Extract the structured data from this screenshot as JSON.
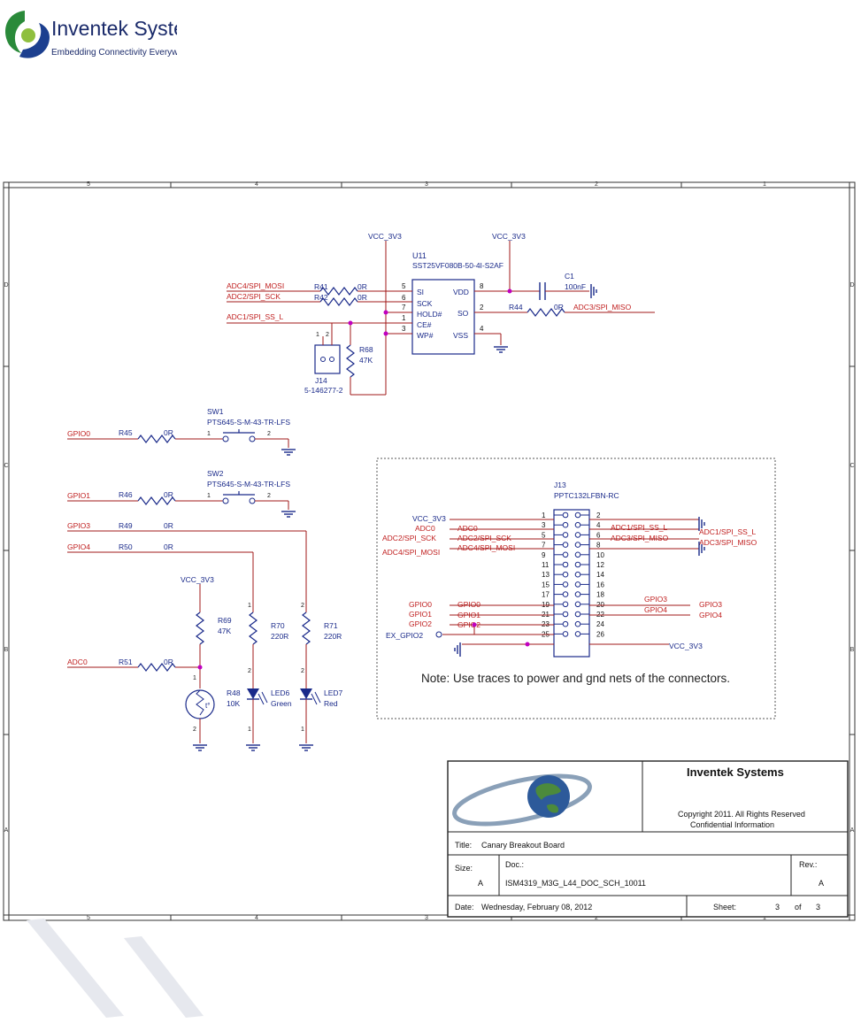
{
  "company": {
    "name": "Inventek Systems",
    "tagline": "Embedding Connectivity Everywhere"
  },
  "zones": {
    "cols": [
      "5",
      "4",
      "3",
      "2",
      "1"
    ],
    "rows": [
      "D",
      "C",
      "B",
      "A"
    ]
  },
  "nets": {
    "vcc": "VCC_3V3",
    "spi_mosi": "ADC4/SPI_MOSI",
    "spi_sck": "ADC2/SPI_SCK",
    "spi_ss": "ADC1/SPI_SS_L",
    "spi_miso": "ADC3/SPI_MISO",
    "gpio0": "GPIO0",
    "gpio1": "GPIO1",
    "gpio2": "GPIO2",
    "gpio3": "GPIO3",
    "gpio4": "GPIO4",
    "adc0": "ADC0",
    "ex_gpio2": "EX_GPIO2"
  },
  "u11": {
    "ref": "U11",
    "part": "SST25VF080B-50-4I-S2AF",
    "pins": {
      "si": "SI",
      "sck": "SCK",
      "hold": "HOLD#",
      "ce": "CE#",
      "wp": "WP#",
      "vdd": "VDD",
      "so": "SO",
      "vss": "VSS"
    },
    "pin_numbers": {
      "si": "5",
      "sck": "6",
      "hold": "7",
      "ce": "1",
      "wp": "3",
      "vdd": "8",
      "so": "2",
      "vss": "4"
    }
  },
  "c1": {
    "ref": "C1",
    "value": "100nF"
  },
  "r41": {
    "ref": "R41",
    "value": "0R"
  },
  "r42": {
    "ref": "R42",
    "value": "0R"
  },
  "r44": {
    "ref": "R44",
    "value": "0R"
  },
  "r68": {
    "ref": "R68",
    "value": "47K"
  },
  "j14": {
    "ref": "J14",
    "part": "5-146277-2",
    "pin1": "1",
    "pin2": "2"
  },
  "sw1": {
    "ref": "SW1",
    "part": "PTS645-S-M-43-TR-LFS",
    "pin1": "1",
    "pin2": "2"
  },
  "sw2": {
    "ref": "SW2",
    "part": "PTS645-S-M-43-TR-LFS",
    "pin1": "1",
    "pin2": "2"
  },
  "r45": {
    "ref": "R45",
    "value": "0R"
  },
  "r46": {
    "ref": "R46",
    "value": "0R"
  },
  "r49": {
    "ref": "R49",
    "value": "0R"
  },
  "r50": {
    "ref": "R50",
    "value": "0R"
  },
  "r51": {
    "ref": "R51",
    "value": "0R"
  },
  "r69": {
    "ref": "R69",
    "value": "47K"
  },
  "r70": {
    "ref": "R70",
    "value": "220R"
  },
  "r71": {
    "ref": "R71",
    "value": "220R"
  },
  "r48": {
    "ref": "R48",
    "value": "10K",
    "symbol": "t°"
  },
  "led6": {
    "ref": "LED6",
    "value": "Green"
  },
  "led7": {
    "ref": "LED7",
    "value": "Red"
  },
  "pin_one": "1",
  "pin_two": "2",
  "j13": {
    "ref": "J13",
    "part": "PPTC132LFBN-RC",
    "left_pins": [
      "1",
      "3",
      "5",
      "7",
      "9",
      "11",
      "13",
      "15",
      "17",
      "19",
      "21",
      "23",
      "25"
    ],
    "right_pins": [
      "2",
      "4",
      "6",
      "8",
      "10",
      "12",
      "14",
      "16",
      "18",
      "20",
      "22",
      "24",
      "26"
    ]
  },
  "note": "Note: Use traces to power and gnd nets of the connectors.",
  "title_block": {
    "company": "Inventek Systems",
    "copyright": "Copyright 2011. All Rights Reserved",
    "confidential": "Confidential Information",
    "title_label": "Title:",
    "title": "Canary Breakout Board",
    "size_label": "Size:",
    "size": "A",
    "doc_label": "Doc.:",
    "doc": "ISM4319_M3G_L44_DOC_SCH_10011",
    "rev_label": "Rev.:",
    "rev": "A",
    "date_label": "Date:",
    "date": "Wednesday, February 08, 2012",
    "sheet_label": "Sheet:",
    "sheet": "3",
    "of_label": "of",
    "sheets": "3"
  },
  "colors": {
    "wire": "#a01818",
    "part": "#1a2a8a",
    "text": "#1a2a8a",
    "net": "#c02020",
    "junction": "#c000c0"
  }
}
